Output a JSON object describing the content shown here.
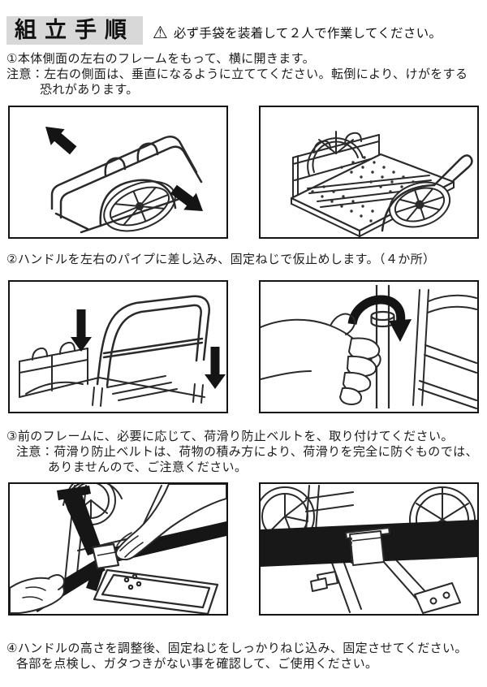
{
  "header": {
    "title": "組立手順",
    "warning_icon": "⚠",
    "warning_text": "必ず手袋を装着して２人で作業してください。"
  },
  "steps": {
    "step1": {
      "line1": "①本体側面の左右のフレームをもって、横に開きます。",
      "line2": "注意：左右の側面は、垂直になるように立ててください。転倒により、けがをする",
      "line3": "恐れがあります。"
    },
    "step2": {
      "line1": "②ハンドルを左右のパイプに差し込み、固定ねじで仮止めします。（４か所）"
    },
    "step3": {
      "line1": "③前のフレームに、必要に応じて、荷滑り防止ベルトを、取り付けてください。",
      "line2": "注意：荷滑り防止ベルトは、荷物の積み方により、荷滑りを完全に防ぐものでは、",
      "line3": "ありませんので、ご注意ください。"
    },
    "step4": {
      "line1": "④ハンドルの高さを調整後、固定ねじをしっかりねじ込み、固定させてください。",
      "line2": "各部を点検し、ガタつきがない事を確認して、ご使用ください。"
    }
  },
  "colors": {
    "title_background": "#d8d8d8",
    "text": "#1c1c1c",
    "line_art": "#2a2a2a",
    "figure_border": "#141414",
    "belt_black": "#181818"
  }
}
